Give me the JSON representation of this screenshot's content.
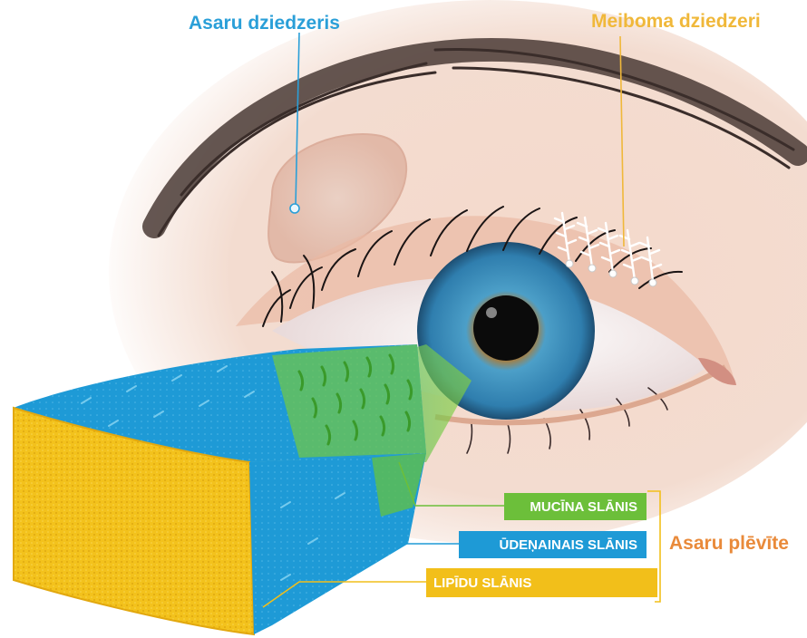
{
  "labels": {
    "lacrimal_gland": "Asaru dziedzeris",
    "meibomian_glands": "Meiboma dziedzeri",
    "tear_film": "Asaru plēvīte"
  },
  "layers": [
    {
      "name": "MUCĪNA SLĀNIS",
      "color": "#6cbf3a"
    },
    {
      "name": "ŪDEŅAINAIS SLĀNIS",
      "color": "#1e9ad6"
    },
    {
      "name": "LIPĪDU SLĀNIS",
      "color": "#f2bf1a"
    }
  ],
  "colors": {
    "lacrimal_label": "#2a9fd8",
    "meibomian_label": "#f0b83a",
    "tear_film_label": "#e98a3a",
    "iris": "#3d8fb8",
    "skin": "#f2d2c2"
  }
}
